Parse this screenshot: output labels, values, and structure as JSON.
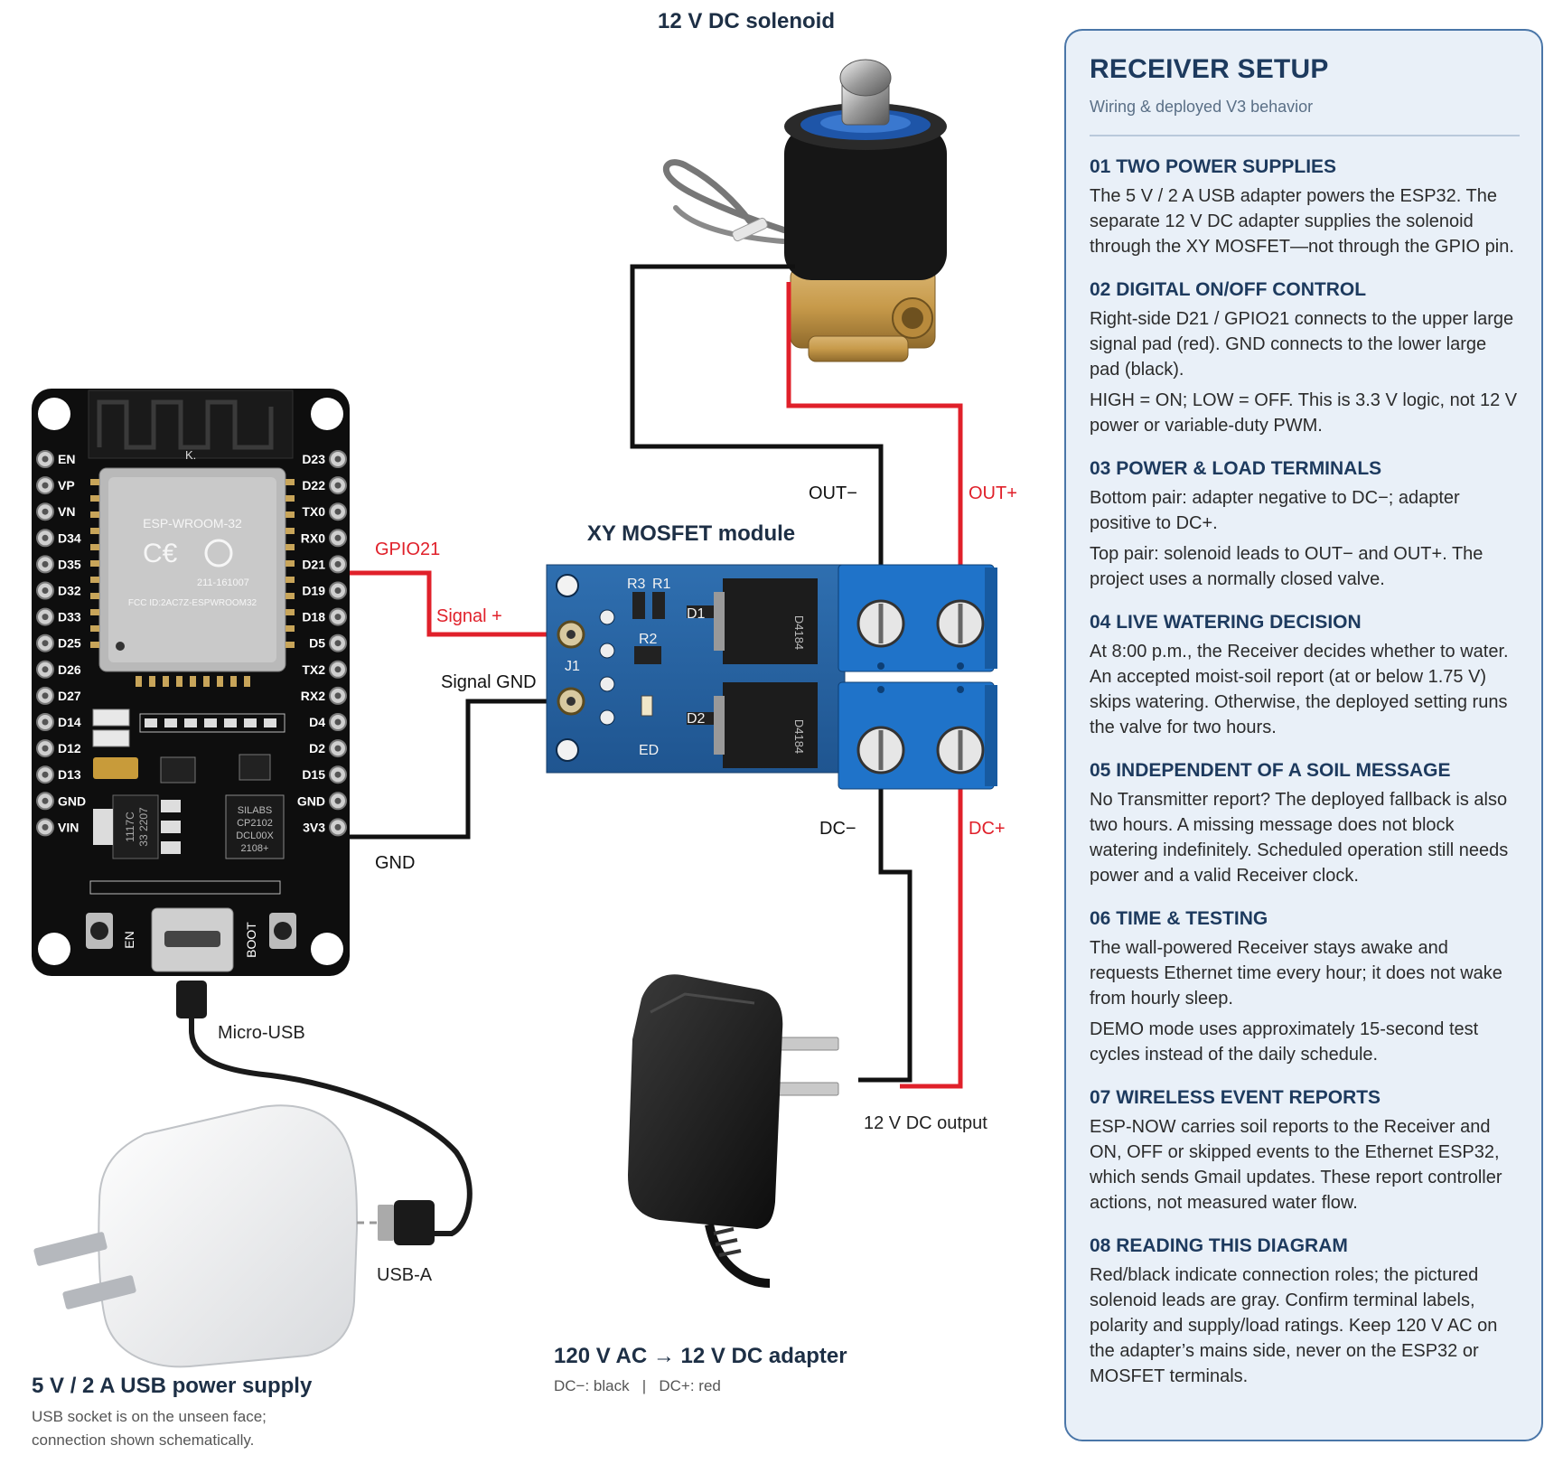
{
  "labels": {
    "solenoid_title": "12 V DC solenoid",
    "mosfet_title": "XY MOSFET module",
    "gpio21": "GPIO21",
    "signal_plus": "Signal +",
    "signal_gnd": "Signal GND",
    "gnd": "GND",
    "out_minus": "OUT−",
    "out_plus": "OUT+",
    "dc_minus": "DC−",
    "dc_plus": "DC+",
    "micro_usb": "Micro-USB",
    "usb_a": "USB-A",
    "dc_output": "12 V DC output",
    "adapter_title": "120 V AC → 12 V DC adapter",
    "adapter_legend": "DC−: black   |   DC+: red",
    "psu_title": "5 V / 2 A USB power supply",
    "psu_note_1": "USB socket is on the unseen face;",
    "psu_note_2": "connection shown schematically."
  },
  "board": {
    "left_pins": [
      "EN",
      "VP",
      "VN",
      "D34",
      "D35",
      "D32",
      "D33",
      "D25",
      "D26",
      "D27",
      "D14",
      "D12",
      "D13",
      "GND",
      "VIN"
    ],
    "right_pins": [
      "D23",
      "D22",
      "TX0",
      "RX0",
      "D21",
      "D19",
      "D18",
      "D5",
      "TX2",
      "RX2",
      "D4",
      "D2",
      "D15",
      "GND",
      "3V3"
    ],
    "module_text": [
      "ESP-WROOM-32",
      "211-161007",
      "FCC ID:2AC7Z-ESPWROOM32"
    ],
    "chip_text": [
      "SILABS",
      "CP2102",
      "DCL00X",
      "2108+"
    ],
    "reg_text": [
      "1117C",
      "33 2207"
    ],
    "btn_en": "EN",
    "btn_boot": "BOOT",
    "k_mark": "K."
  },
  "mosfet": {
    "silk": [
      "R3",
      "R1",
      "D1",
      "R2",
      "J1",
      "D2",
      "ED"
    ],
    "fet_text": [
      "D4184",
      "D4184"
    ]
  },
  "panel": {
    "title": "RECEIVER SETUP",
    "subtitle": "Wiring & deployed V3 behavior",
    "sections": [
      {
        "heading": "01  TWO POWER SUPPLIES",
        "paras": [
          "The 5 V / 2 A USB adapter powers the ESP32. The separate 12 V DC adapter supplies the solenoid through the XY MOSFET—not through the GPIO pin."
        ]
      },
      {
        "heading": "02  DIGITAL ON/OFF CONTROL",
        "paras": [
          "Right-side D21 / GPIO21 connects to the upper large signal pad (red). GND connects to the lower large pad (black).",
          "HIGH = ON; LOW = OFF. This is 3.3 V logic, not 12 V power or variable-duty PWM."
        ]
      },
      {
        "heading": "03  POWER & LOAD TERMINALS",
        "paras": [
          "Bottom pair: adapter negative to DC−; adapter positive to DC+.",
          "Top pair: solenoid leads to OUT− and OUT+. The project uses a normally closed valve."
        ]
      },
      {
        "heading": "04  LIVE WATERING DECISION",
        "paras": [
          "At 8:00 p.m., the Receiver decides whether to water. An accepted moist-soil report (at or below 1.75 V) skips watering. Otherwise, the deployed setting runs the valve for two hours."
        ]
      },
      {
        "heading": "05  INDEPENDENT OF A SOIL MESSAGE",
        "paras": [
          "No Transmitter report? The deployed fallback is also two hours. A missing message does not block watering indefinitely. Scheduled operation still needs power and a valid Receiver clock."
        ]
      },
      {
        "heading": "06  TIME & TESTING",
        "paras": [
          "The wall-powered Receiver stays awake and requests Ethernet time every hour; it does not wake from hourly sleep.",
          "DEMO mode uses approximately 15-second test cycles instead of the daily schedule."
        ]
      },
      {
        "heading": "07  WIRELESS EVENT REPORTS",
        "paras": [
          "ESP-NOW carries soil reports to the Receiver and ON, OFF or skipped events to the Ethernet ESP32, which sends Gmail updates. These report controller actions, not measured water flow."
        ]
      },
      {
        "heading": "08  READING THIS DIAGRAM",
        "paras": [
          "Red/black indicate connection roles; the pictured solenoid leads are gray. Confirm terminal labels, polarity and supply/load ratings. Keep 120 V AC on the adapter’s mains side, never on the ESP32 or MOSFET terminals."
        ]
      }
    ]
  },
  "colors": {
    "wire_red": "#e0202a",
    "wire_black": "#111111",
    "panel_border": "#4a76a8",
    "panel_bg": "#e9f0f8",
    "heading": "#1d3a5e",
    "label_red": "#e0202a"
  }
}
